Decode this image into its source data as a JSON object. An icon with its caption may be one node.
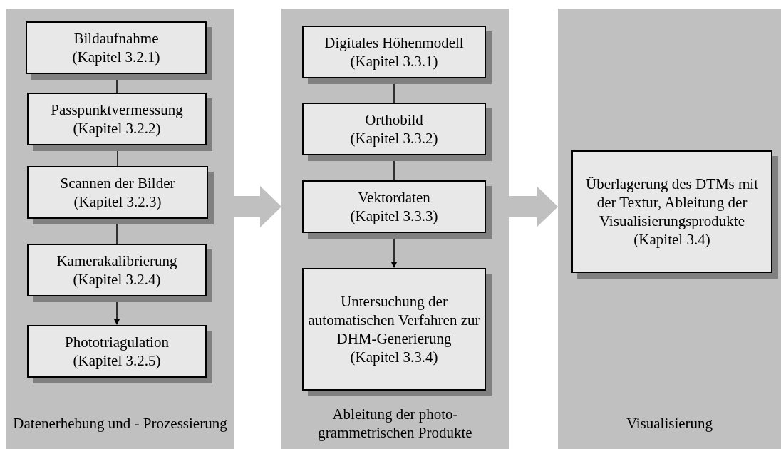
{
  "diagram": {
    "nodes": [
      {
        "text": [
          "Datenerhebung und - Prozessierung"
        ]
      },
      {
        "text": [
          "Bildaufnahme",
          "(Kapitel 3.2.1)"
        ],
        "in": 0
      },
      {
        "text": [
          "Passpunktvermessung",
          "(Kapitel 3.2.2)"
        ],
        "in": 0
      },
      {
        "text": [
          "Scannen der Bilder",
          "(Kapitel 3.2.3)"
        ],
        "in": 0
      },
      {
        "text": [
          "Kamerakalibrierung",
          "(Kapitel 3.2.4)"
        ],
        "in": 0
      },
      {
        "text": [
          "Phototriagulation",
          "(Kapitel 3.2.5)"
        ],
        "in": 0
      },
      {
        "text": [
          "Ableitung der photo- grammetrischen Produkte"
        ]
      },
      {
        "text": [
          "Digitales Höhenmodell",
          "(Kapitel 3.3.1)"
        ],
        "in": 6
      },
      {
        "text": [
          "Orthobild",
          "(Kapitel 3.3.2)"
        ],
        "in": 6
      },
      {
        "text": [
          "Vektordaten",
          "(Kapitel 3.3.3)"
        ],
        "in": 6
      },
      {
        "text": [
          "Untersuchung der automatischen Verfahren zur DHM-Generierung",
          "(Kapitel 3.3.4)"
        ],
        "in": 6
      },
      {
        "text": [
          "Visualisierung"
        ]
      },
      {
        "text": [
          "Überlagerung des DTMs mit der Textur, Ableitung der Visualisierungsprodukte",
          "(Kapitel 3.4)"
        ],
        "in": 11
      }
    ],
    "edges": [
      {
        "from": 1,
        "to": 2,
        "arrow": "none"
      },
      {
        "from": 2,
        "to": 3,
        "arrow": "none"
      },
      {
        "from": 3,
        "to": 4,
        "arrow": "none"
      },
      {
        "from": 4,
        "to": 5,
        "arrow": "to"
      },
      {
        "from": 7,
        "to": 8,
        "arrow": "none"
      },
      {
        "from": 8,
        "to": 9,
        "arrow": "none"
      },
      {
        "from": 9,
        "to": 10,
        "arrow": "to"
      },
      {
        "from": 0,
        "to": 6,
        "arrow": "to",
        "style": "thick",
        "color": "#c0c0c0"
      },
      {
        "from": 6,
        "to": 11,
        "arrow": "to",
        "style": "thick",
        "color": "#c0c0c0"
      }
    ]
  }
}
